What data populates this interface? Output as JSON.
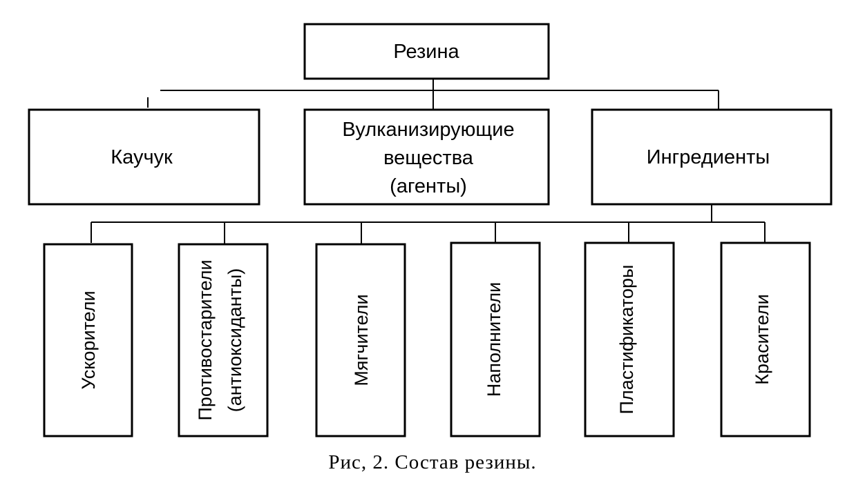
{
  "root": {
    "label": "Резина"
  },
  "level1": {
    "rubber": {
      "label": "Каучук"
    },
    "vulcanizing": {
      "line1": "Вулканизирующие",
      "line2": "вещества",
      "line3": "(агенты)"
    },
    "ingredients": {
      "label": "Ингредиенты"
    }
  },
  "level2": {
    "accelerators": {
      "label": "Ускорители"
    },
    "antioxidants": {
      "line1": "Противостарители",
      "line2": "(антиоксиданты)"
    },
    "softeners": {
      "label": "Мягчители"
    },
    "fillers": {
      "label": "Наполнители"
    },
    "plasticizers": {
      "label": "Пластификаторы"
    },
    "dyes": {
      "label": "Красители"
    }
  },
  "caption": "Рис, 2. Состав резины."
}
